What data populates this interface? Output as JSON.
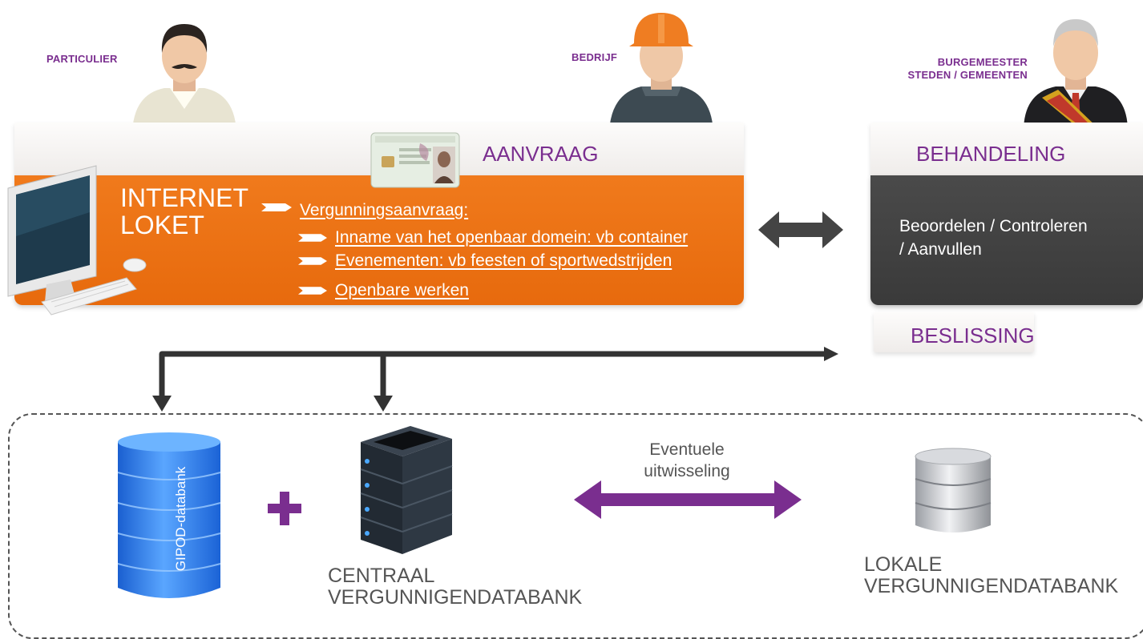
{
  "actors": {
    "particulier": "PARTICULIER",
    "bedrijf": "BEDRIJF",
    "burgemeester_line1": "BURGEMEESTER",
    "burgemeester_line2": "STEDEN / GEMEENTEN"
  },
  "aanvraag": {
    "title": "AANVRAAG",
    "loket_line1": "INTERNET",
    "loket_line2": "LOKET",
    "items": [
      "Vergunningsaanvraag:",
      "Inname van het openbaar domein: vb container",
      "Evenementen: vb feesten of sportwedstrijden",
      "Openbare werken"
    ]
  },
  "behandeling": {
    "title": "BEHANDELING",
    "text_line1": "Beoordelen / Controleren",
    "text_line2": "/ Aanvullen",
    "beslissing": "BESLISSING"
  },
  "databases": {
    "gipod_label": "GIPOD-databank",
    "centraal_line1": "CENTRAAL",
    "centraal_line2": "VERGUNNIGENDATABANK",
    "lokale_line1": "LOKALE",
    "lokale_line2": "VERGUNNIGENDATABANK",
    "exchange_line1": "Eventuele",
    "exchange_line2": "uitwisseling"
  },
  "colors": {
    "orange": "#e9700f",
    "purple": "#7a2e8f",
    "dark_panel": "#404040",
    "arrow_dark": "#333333",
    "gipod_blue": "#2a7de8"
  }
}
